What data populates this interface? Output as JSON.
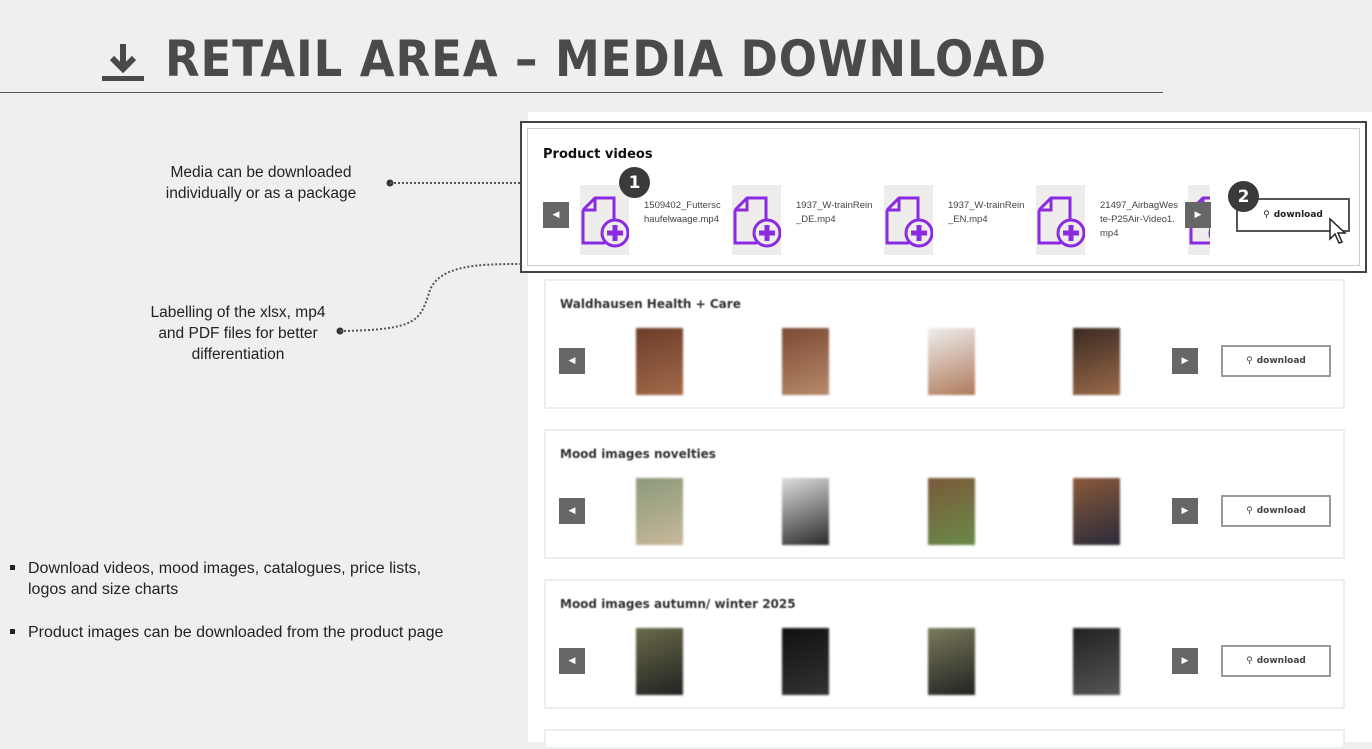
{
  "header": {
    "title": "RETAIL AREA – MEDIA DOWNLOAD",
    "icon": "download-icon"
  },
  "notes": {
    "note1": "Media can be downloaded individually or as a package",
    "note2": "Labelling of the xlsx, mp4 and PDF files for better differentiation"
  },
  "bullets": [
    "Download videos, mood images, catalogues, price lists, logos and size charts",
    "Product images can be downloaded from the product page"
  ],
  "videos": {
    "title": "Product videos",
    "files": [
      "1509402_Futterschaufelwaage.mp4",
      "1937_W-trainRein_DE.mp4",
      "1937_W-trainRein_EN.mp4",
      "21497_AirbagWeste-P25Air-Video1.mp4"
    ],
    "download_label": "download",
    "badges": [
      "1",
      "2"
    ],
    "accent": "#8a2be2"
  },
  "sections": [
    {
      "title": "Waldhausen Health + Care",
      "download_label": "download"
    },
    {
      "title": "Mood images novelties",
      "download_label": "download"
    },
    {
      "title": "Mood images autumn/ winter 2025",
      "download_label": "download"
    }
  ]
}
